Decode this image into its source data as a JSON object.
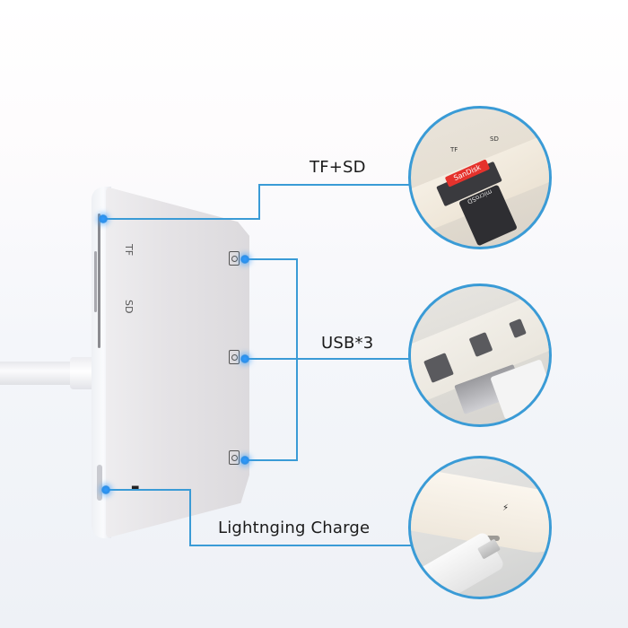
{
  "callouts": {
    "card_reader": "TF+SD",
    "usb": "USB*3",
    "charge": "Lightnging Charge"
  },
  "hub_labels": {
    "tf": "TF",
    "sd": "SD"
  },
  "detail_circles": {
    "card_reader": {
      "slot_tf": "TF",
      "slot_sd": "SD",
      "sd_card_brand": "SanDisk",
      "micro_card_label": "microSD"
    },
    "usb": {},
    "charge": {
      "icon": "lightning-bolt"
    }
  },
  "icons": {
    "usb_port": "usb-port-icon",
    "lightning": "⚡"
  },
  "colors": {
    "accent_line": "#3a9bd6",
    "dot_glow": "#2f9bff",
    "text": "#1a1a1a"
  }
}
